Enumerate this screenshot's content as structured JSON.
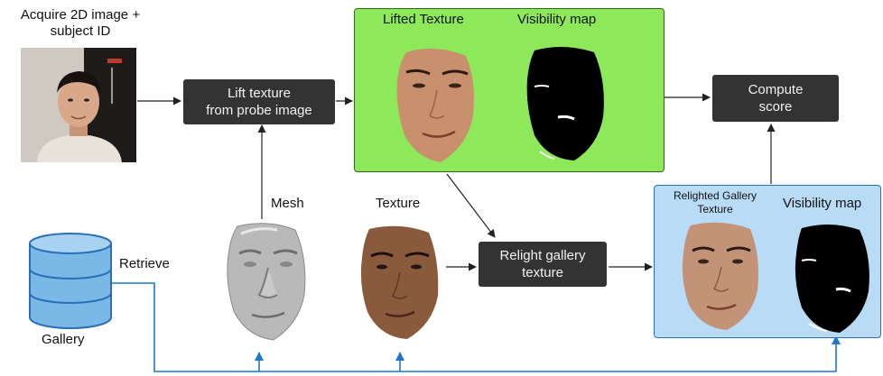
{
  "labels": {
    "acquire_line1": "Acquire 2D image +",
    "acquire_line2": "subject ID",
    "mesh": "Mesh",
    "texture": "Texture",
    "retrieve": "Retrieve",
    "gallery": "Gallery",
    "lifted_texture": "Lifted Texture",
    "visibility_map_top": "Visibility map",
    "relighted_line1": "Relighted Gallery",
    "relighted_line2": "Texture",
    "visibility_map_bottom": "Visibility map"
  },
  "boxes": {
    "lift_line1": "Lift texture",
    "lift_line2": "from probe image",
    "score_line1": "Compute",
    "score_line2": "score",
    "relight_line1": "Relight gallery",
    "relight_line2": "texture"
  },
  "colors": {
    "lifted_panel_bg": "#8de85a",
    "relight_panel_bg": "#b8dcf7",
    "relight_panel_border": "#2a6fb5",
    "process_box": "#333333",
    "gallery_flow_line": "#1f77c9",
    "database_fill": "#7ab8e8"
  }
}
